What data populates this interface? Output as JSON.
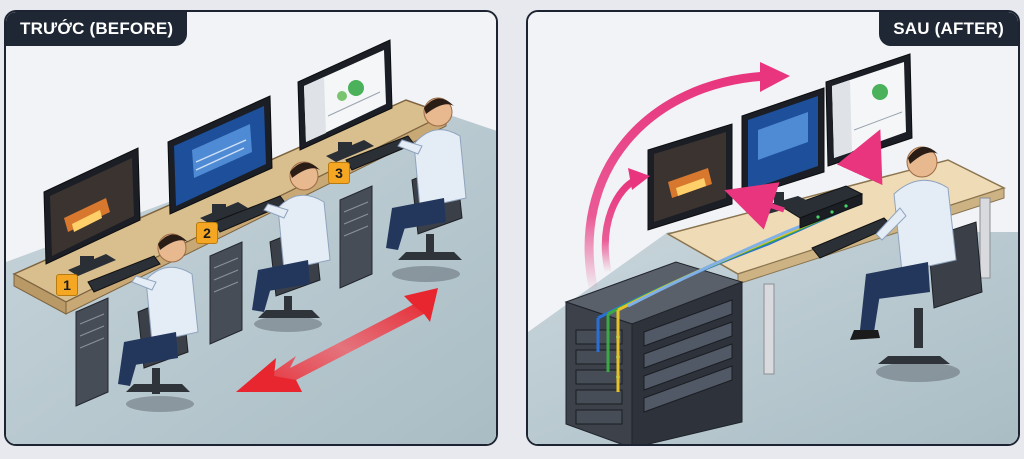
{
  "before": {
    "title": "TRƯỚC (BEFORE)",
    "workstations": [
      {
        "number": "1"
      },
      {
        "number": "2"
      },
      {
        "number": "3"
      }
    ]
  },
  "after": {
    "title": "SAU (AFTER)"
  },
  "colors": {
    "badge": "#f5a623",
    "tab_background": "#1f2734",
    "movement_arrow": "#e8262f",
    "signal_arrow": "#e8357e",
    "cable_blue": "#2b6fd6",
    "cable_green": "#3aa845",
    "cable_yellow": "#e6c229"
  }
}
